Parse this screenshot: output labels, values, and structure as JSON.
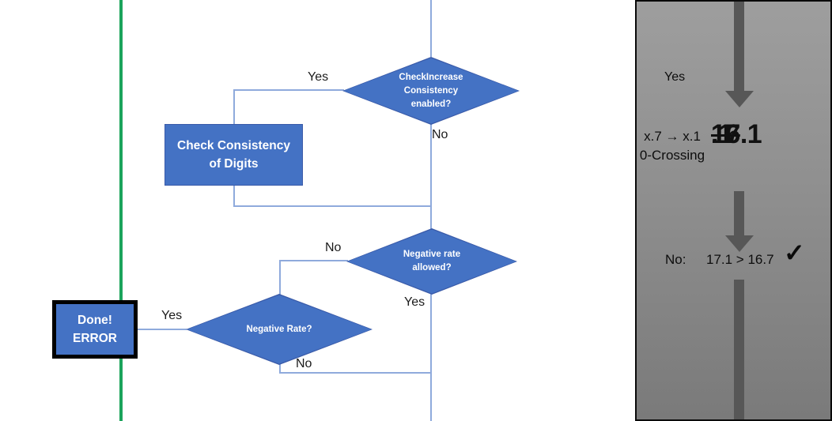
{
  "colors": {
    "shape_fill": "#4472C4",
    "shape_border": "#3A5BA9",
    "connector_blue": "#8FAADC",
    "green_reference_line": "#1CA45C",
    "panel_gray_top": "#9E9E9E",
    "panel_gray_bottom": "#7A7A7A",
    "panel_arrow_gray": "#575757"
  },
  "flowchart": {
    "decision_check_increase": {
      "lines": [
        "CheckIncrease",
        "Consistency",
        "enabled?"
      ]
    },
    "process_check_consistency": {
      "lines": [
        "Check Consistency",
        "of Digits"
      ]
    },
    "decision_negative_rate_allowed": {
      "lines": [
        "Negative rate",
        "allowed?"
      ]
    },
    "decision_negative_rate": {
      "lines": [
        "Negative Rate?"
      ]
    },
    "terminal_done_error": {
      "lines": [
        "Done!",
        "ERROR"
      ]
    },
    "edge_labels": {
      "check_increase_yes": "Yes",
      "check_increase_no": "No",
      "negative_rate_allowed_no": "No",
      "negative_rate_allowed_yes": "Yes",
      "negative_rate_yes": "Yes",
      "negative_rate_no": "No"
    }
  },
  "side_panel": {
    "yes_label": "Yes",
    "case": {
      "line1": "x.7 → x.1",
      "line2": "0-Crossing"
    },
    "old_value": {
      "struck": "16",
      "rest": ".1"
    },
    "new_value": "17.1",
    "result": {
      "label": "No:",
      "comparison": "17.1 > 16.7",
      "check_icon": "✓"
    }
  }
}
